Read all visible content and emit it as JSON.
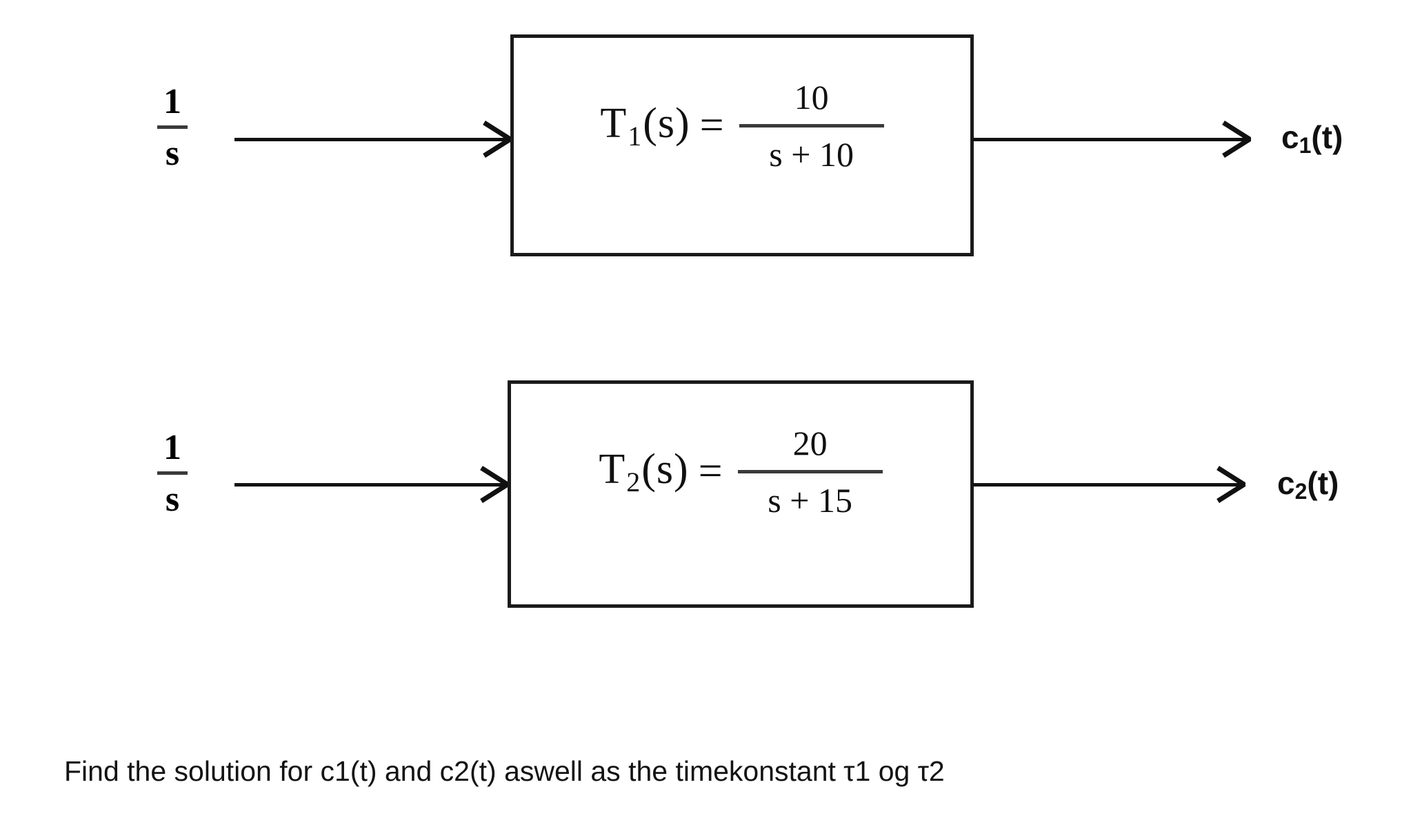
{
  "diagram": {
    "type": "block-diagram",
    "rows": [
      {
        "id": "row-1",
        "input": {
          "numerator": "1",
          "denominator": "s"
        },
        "block": {
          "lhs_name": "T",
          "lhs_subscript": "1",
          "lhs_arg": "(s)",
          "equals": "=",
          "numerator": "10",
          "denominator": "s + 10"
        },
        "output": {
          "name": "c",
          "subscript": "1",
          "arg": "(t)"
        }
      },
      {
        "id": "row-2",
        "input": {
          "numerator": "1",
          "denominator": "s"
        },
        "block": {
          "lhs_name": "T",
          "lhs_subscript": "2",
          "lhs_arg": "(s)",
          "equals": "=",
          "numerator": "20",
          "denominator": "s + 15"
        },
        "output": {
          "name": "c",
          "subscript": "2",
          "arg": "(t)"
        }
      }
    ]
  },
  "caption": {
    "text": "Find the solution for c1(t) and c2(t) aswell as the timekonstant τ1 og τ2"
  },
  "colors": {
    "background": "#ffffff",
    "stroke": "#111111",
    "box_border": "#1a1a1a",
    "text": "#131313",
    "fraction_bar": "#3a3a3a"
  }
}
